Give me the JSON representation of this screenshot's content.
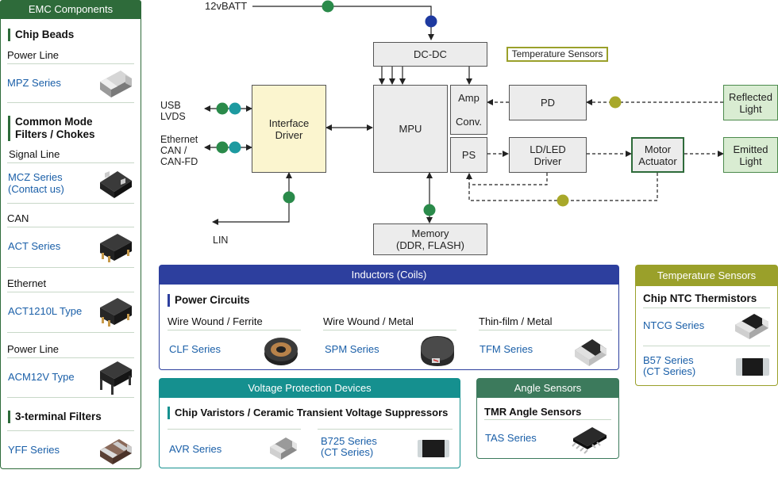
{
  "colors": {
    "emc_green": "#2e6b3a",
    "inductor_blue": "#2d3f9e",
    "voltage_teal": "#15908f",
    "angle_green": "#3c7a5c",
    "temp_olive": "#9aa02a",
    "link_blue": "#1a5fa8",
    "dot_green": "#2a8a4a",
    "dot_teal": "#1d9aa0",
    "dot_olive": "#a8a82a",
    "dot_navy": "#1e3aa0"
  },
  "emc": {
    "title": "EMC Components",
    "sections": [
      {
        "title": "Chip Beads",
        "groups": [
          {
            "label": "Power Line",
            "items": [
              {
                "name": "MPZ Series",
                "icon": "chip-bead-icon"
              }
            ]
          }
        ]
      },
      {
        "title": "Common Mode Filters / Chokes",
        "title_line1": "Common Mode",
        "title_line2": "Filters / Chokes",
        "groups": [
          {
            "label": "Signal Line",
            "items": [
              {
                "name": "MCZ Series (Contact us)",
                "line1": "MCZ Series",
                "line2": "(Contact us)",
                "icon": "common-mode-filter-icon"
              }
            ]
          },
          {
            "label": "CAN",
            "items": [
              {
                "name": "ACT Series",
                "icon": "common-mode-choke-icon"
              }
            ]
          },
          {
            "label": "Ethernet",
            "items": [
              {
                "name": "ACT1210L Type",
                "icon": "common-mode-choke-icon"
              }
            ]
          },
          {
            "label": "Power Line",
            "items": [
              {
                "name": "ACM12V Type",
                "icon": "common-mode-choke-icon"
              }
            ]
          }
        ]
      },
      {
        "title": "3-terminal Filters",
        "groups": [
          {
            "label": "",
            "items": [
              {
                "name": "YFF Series",
                "icon": "three-terminal-filter-icon"
              }
            ]
          }
        ]
      }
    ]
  },
  "diagram": {
    "supply": "12vBATT",
    "dcdc": "DC-DC",
    "temp_sensors_label": "Temperature Sensors",
    "left_labels": {
      "usb": "USB",
      "lvds": "LVDS",
      "ethernet": "Ethernet",
      "can": "CAN /",
      "canfd": "CAN-FD",
      "lin": "LIN"
    },
    "interface_driver": {
      "line1": "Interface",
      "line2": "Driver"
    },
    "mpu": "MPU",
    "amp": "Amp",
    "conv": "Conv.",
    "ps": "PS",
    "pd": "PD",
    "ld_driver": {
      "line1": "LD/LED",
      "line2": "Driver"
    },
    "motor": {
      "line1": "Motor",
      "line2": "Actuator"
    },
    "reflected": {
      "line1": "Reflected",
      "line2": "Light"
    },
    "emitted": {
      "line1": "Emitted",
      "line2": "Light"
    },
    "memory": {
      "line1": "Memory",
      "line2": "(DDR, FLASH)"
    }
  },
  "inductors": {
    "title": "Inductors (Coils)",
    "section": "Power Circuits",
    "columns": [
      {
        "header": "Wire Wound / Ferrite",
        "item": "CLF Series",
        "icon": "wire-wound-inductor-icon"
      },
      {
        "header": "Wire Wound / Metal",
        "item": "SPM Series",
        "icon": "metal-inductor-icon"
      },
      {
        "header": "Thin-film / Metal",
        "item": "TFM Series",
        "icon": "thin-film-inductor-icon"
      }
    ]
  },
  "voltage": {
    "title": "Voltage Protection Devices",
    "section": "Chip Varistors / Ceramic Transient Voltage Suppressors",
    "items": [
      {
        "name": "AVR Series",
        "icon": "chip-varistor-icon"
      },
      {
        "name": "B725 Series (CT Series)",
        "line1": "B725 Series",
        "line2": "(CT Series)",
        "icon": "ceramic-tvs-icon"
      }
    ]
  },
  "angle": {
    "title": "Angle Sensors",
    "section": "TMR Angle Sensors",
    "items": [
      {
        "name": "TAS Series",
        "icon": "ic-package-icon"
      }
    ]
  },
  "temperature": {
    "title": "Temperature Sensors",
    "section": "Chip NTC Thermistors",
    "items": [
      {
        "name": "NTCG Series",
        "icon": "ntc-thermistor-icon"
      },
      {
        "name": "B57 Series (CT Series)",
        "line1": "B57 Series",
        "line2": "(CT Series)",
        "icon": "ntc-thermistor-icon"
      }
    ]
  }
}
